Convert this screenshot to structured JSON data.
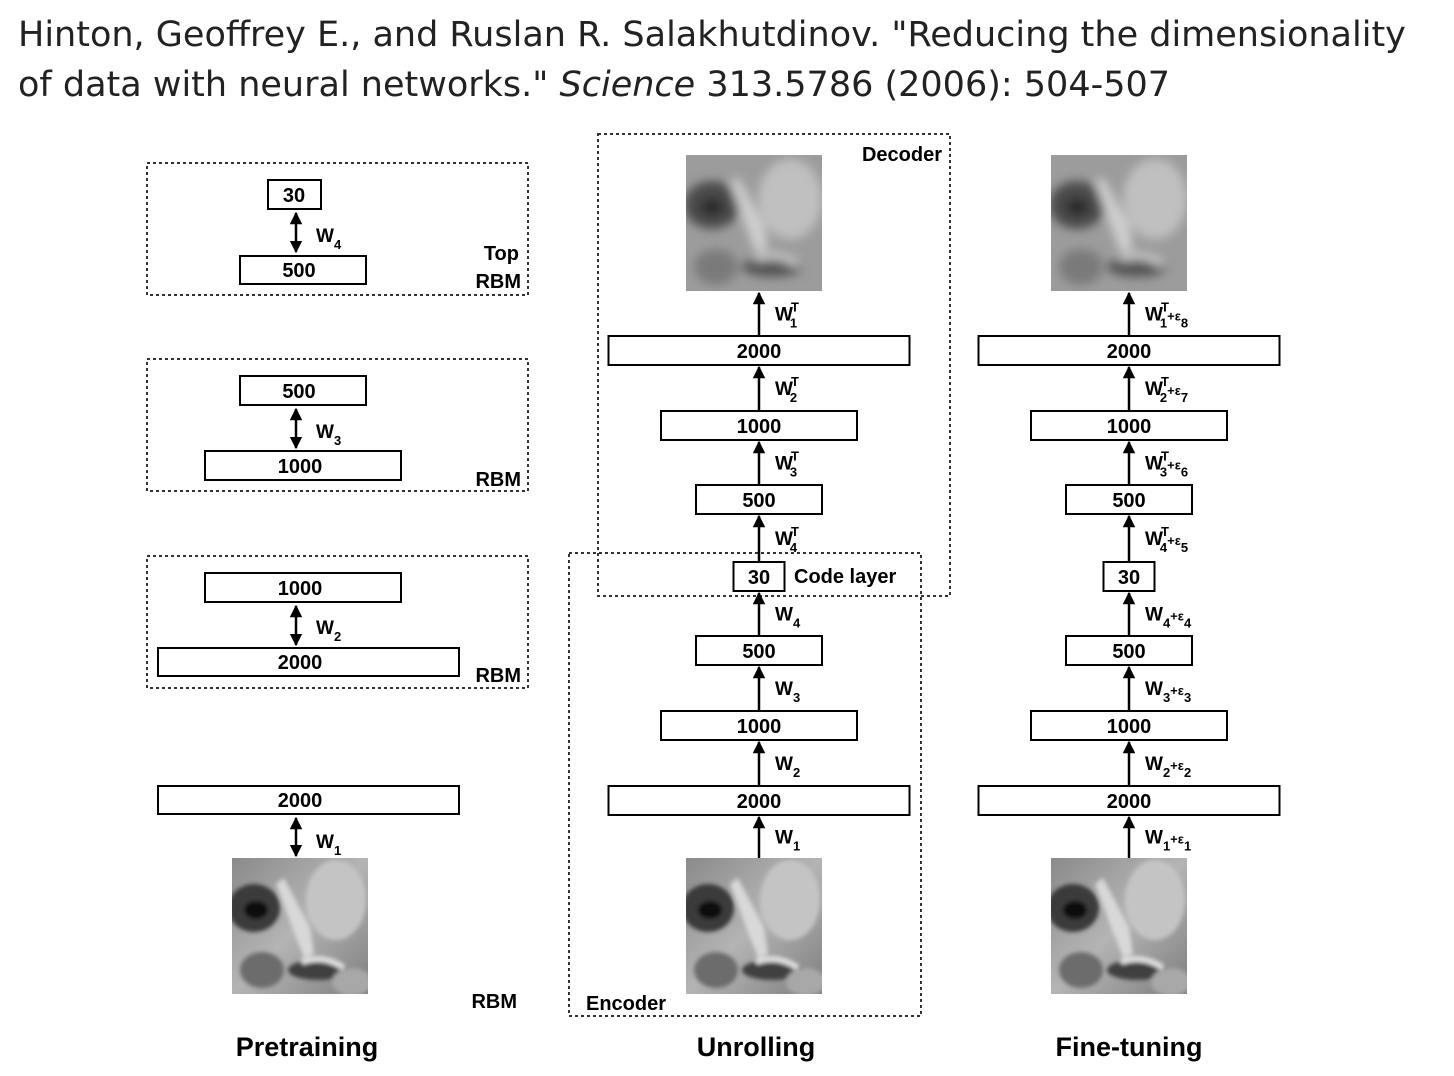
{
  "citation": {
    "authors": "Hinton, Geoffrey E., and Ruslan R. Salakhutdinov.",
    "title": "\"Reducing the dimensionality of data with neural networks.\"",
    "journal": "Science",
    "details": "313.5786 (2006): 504-507"
  },
  "panels": {
    "pretraining": {
      "caption": "Pretraining",
      "rbms": [
        {
          "top": "30",
          "bottom": "500",
          "weight": "W",
          "sub": "4",
          "label_line1": "Top",
          "label_line2": "RBM"
        },
        {
          "top": "500",
          "bottom": "1000",
          "weight": "W",
          "sub": "3",
          "label_line1": "",
          "label_line2": "RBM"
        },
        {
          "top": "1000",
          "bottom": "2000",
          "weight": "W",
          "sub": "2",
          "label_line1": "",
          "label_line2": "RBM"
        },
        {
          "top": "2000",
          "bottom": "",
          "weight": "W",
          "sub": "1",
          "label_line1": "",
          "label_line2": "RBM"
        }
      ]
    },
    "unrolling": {
      "caption": "Unrolling",
      "decoder_label": "Decoder",
      "encoder_label": "Encoder",
      "code_layer_label": "Code layer",
      "layers_top_down": [
        "2000",
        "1000",
        "500",
        "30",
        "500",
        "1000",
        "2000"
      ],
      "weights_top_down": [
        {
          "w": "W",
          "sub": "1",
          "sup": "T",
          "eps": ""
        },
        {
          "w": "W",
          "sub": "2",
          "sup": "T",
          "eps": ""
        },
        {
          "w": "W",
          "sub": "3",
          "sup": "T",
          "eps": ""
        },
        {
          "w": "W",
          "sub": "4",
          "sup": "T",
          "eps": ""
        },
        {
          "w": "W",
          "sub": "4",
          "sup": "",
          "eps": ""
        },
        {
          "w": "W",
          "sub": "3",
          "sup": "",
          "eps": ""
        },
        {
          "w": "W",
          "sub": "2",
          "sup": "",
          "eps": ""
        },
        {
          "w": "W",
          "sub": "1",
          "sup": "",
          "eps": ""
        }
      ]
    },
    "finetuning": {
      "caption": "Fine-tuning",
      "layers_top_down": [
        "2000",
        "1000",
        "500",
        "30",
        "500",
        "1000",
        "2000"
      ],
      "weights_top_down": [
        {
          "w": "W",
          "sub": "1",
          "sup": "T",
          "eps": "8"
        },
        {
          "w": "W",
          "sub": "2",
          "sup": "T",
          "eps": "7"
        },
        {
          "w": "W",
          "sub": "3",
          "sup": "T",
          "eps": "6"
        },
        {
          "w": "W",
          "sub": "4",
          "sup": "T",
          "eps": "5"
        },
        {
          "w": "W",
          "sub": "4",
          "sup": "",
          "eps": "4"
        },
        {
          "w": "W",
          "sub": "3",
          "sup": "",
          "eps": "3"
        },
        {
          "w": "W",
          "sub": "2",
          "sup": "",
          "eps": "2"
        },
        {
          "w": "W",
          "sub": "1",
          "sup": "",
          "eps": "1"
        }
      ]
    }
  }
}
